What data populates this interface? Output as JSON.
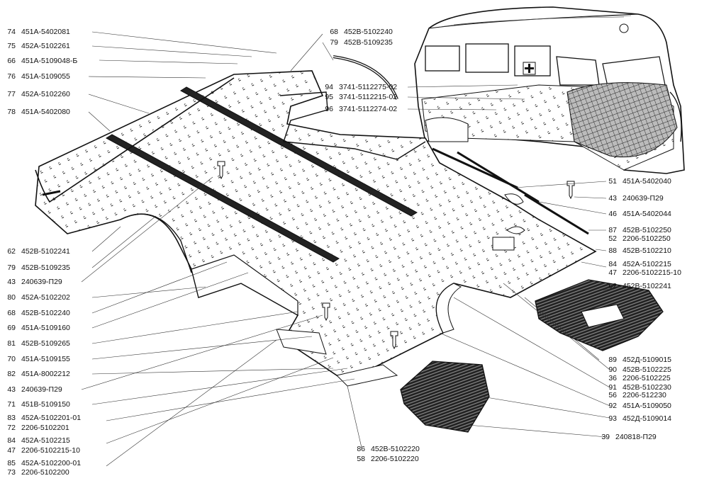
{
  "labels_left": [
    {
      "num": "74",
      "code": "451А-5402081"
    },
    {
      "num": "75",
      "code": "452А-5102261"
    },
    {
      "num": "66",
      "code": "451А-5109048-Б"
    },
    {
      "num": "76",
      "code": "451А-5109055"
    },
    {
      "num": "77",
      "code": "452А-5102260"
    },
    {
      "num": "78",
      "code": "451А-5402080"
    },
    {
      "num": "62",
      "code": "452В-5102241"
    },
    {
      "num": "79",
      "code": "452В-5109235"
    },
    {
      "num": "43",
      "code": "240639-П29"
    },
    {
      "num": "80",
      "code": "452А-5102202"
    },
    {
      "num": "68",
      "code": "452В-5102240"
    },
    {
      "num": "69",
      "code": "451А-5109160"
    },
    {
      "num": "81",
      "code": "452В-5109265"
    },
    {
      "num": "70",
      "code": "451А-5109155"
    },
    {
      "num": "82",
      "code": "451А-8002212"
    },
    {
      "num": "43",
      "code": "240639-П29"
    },
    {
      "num": "71",
      "code": "451В-5109150"
    },
    {
      "num": "83",
      "code": "452А-5102201-01"
    },
    {
      "num": "72",
      "code": "2206-5102201"
    },
    {
      "num": "84",
      "code": "452А-5102215"
    },
    {
      "num": "47",
      "code": "2206-5102215-10"
    },
    {
      "num": "85",
      "code": "452А-5102200-01"
    },
    {
      "num": "73",
      "code": "2206-5102200"
    }
  ],
  "labels_top_center": [
    {
      "num": "68",
      "code": "452В-5102240"
    },
    {
      "num": "79",
      "code": "452В-5109235"
    },
    {
      "num": "94",
      "code": "3741-5112275-02"
    },
    {
      "num": "95",
      "code": "3741-5112215-02"
    },
    {
      "num": "96",
      "code": "3741-5112274-02"
    }
  ],
  "labels_right": [
    {
      "num": "51",
      "code": "451А-5402040"
    },
    {
      "num": "43",
      "code": "240639-П29"
    },
    {
      "num": "46",
      "code": "451А-5402044"
    },
    {
      "num": "87",
      "code": "452В-5102250"
    },
    {
      "num": "52",
      "code": "2206-5102250"
    },
    {
      "num": "88",
      "code": "452В-5102210"
    },
    {
      "num": "84",
      "code": "452А-5102215"
    },
    {
      "num": "47",
      "code": "2206-5102215-10"
    },
    {
      "num": "62",
      "code": "452В-5102241"
    },
    {
      "num": "89",
      "code": "452Д-5109015"
    },
    {
      "num": "90",
      "code": "452В-5102225"
    },
    {
      "num": "36",
      "code": "2206-5102225"
    },
    {
      "num": "91",
      "code": "452В-5102230"
    },
    {
      "num": "56",
      "code": "2206-512230"
    },
    {
      "num": "92",
      "code": "451А-5109050"
    },
    {
      "num": "93",
      "code": "452Д-5109014"
    },
    {
      "num": "39",
      "code": "240818-П29"
    }
  ],
  "labels_bottom_center": [
    {
      "num": "86",
      "code": "452В-5102220"
    },
    {
      "num": "58",
      "code": "2206-5102220"
    }
  ],
  "icons": [
    "red-cross-icon",
    "screw-icon"
  ]
}
